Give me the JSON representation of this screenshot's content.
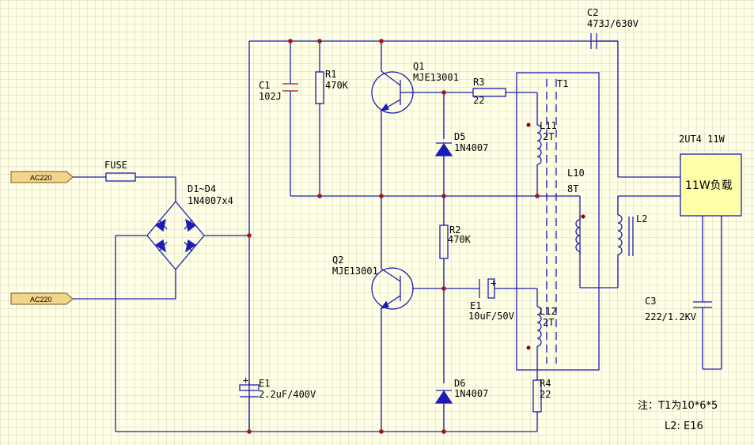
{
  "diagram": {
    "ports": {
      "ac_top": "AC220",
      "ac_bottom": "AC220"
    },
    "fuse": "FUSE",
    "bridge": {
      "ref": "D1~D4",
      "value": "1N4007x4"
    },
    "c1": {
      "ref": "C1",
      "value": "102J"
    },
    "r1": {
      "ref": "R1",
      "value": "470K"
    },
    "q1": {
      "ref": "Q1",
      "value": "MJE13001"
    },
    "q2": {
      "ref": "Q2",
      "value": "MJE13001"
    },
    "r3": {
      "ref": "R3",
      "value": "22"
    },
    "t1": {
      "ref": "T1"
    },
    "c2": {
      "ref": "C2",
      "value": "473J/630V"
    },
    "d5": {
      "ref": "D5",
      "value": "1N4007"
    },
    "d6": {
      "ref": "D6",
      "value": "1N4007"
    },
    "l11": {
      "ref": "L11",
      "value": "2T"
    },
    "l10": {
      "ref": "L10",
      "value": "8T"
    },
    "l12": {
      "ref": "L12",
      "value": "2T"
    },
    "l2": {
      "ref": "L2"
    },
    "r2": {
      "ref": "R2",
      "value": "470K"
    },
    "e1_small": {
      "ref": "E1",
      "value": "10uF/50V"
    },
    "e1_big": {
      "ref": "E1",
      "value": "2.2uF/400V"
    },
    "r4": {
      "ref": "R4",
      "value": "22"
    },
    "load": {
      "title": "2UT4 11W",
      "label": "11W负载"
    },
    "c3": {
      "ref": "C3",
      "value": "222/1.2KV"
    },
    "notes": {
      "line1": "注：T1为10*6*5",
      "line2": "L2: E16"
    }
  }
}
